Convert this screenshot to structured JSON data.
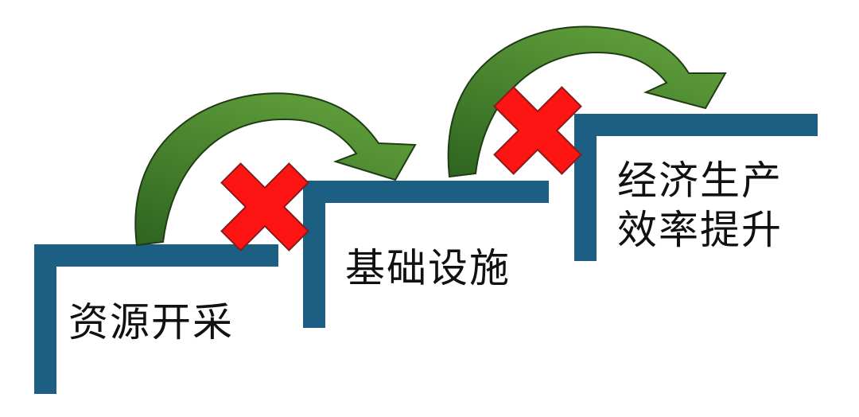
{
  "steps": [
    {
      "label": "资源开采"
    },
    {
      "label": "基础设施"
    },
    {
      "label": "经济生产",
      "label_line2": "效率提升"
    }
  ],
  "colors": {
    "step_line": "#1c5f82",
    "arrow_fill": "#4a8b2f",
    "arrow_dark": "#2e6420",
    "arrow_stroke": "#1f3d14",
    "cross_fill": "#ff1414",
    "cross_stroke": "#8a1a1a"
  },
  "icons": [
    "curved-arrow-icon",
    "red-cross-icon"
  ]
}
